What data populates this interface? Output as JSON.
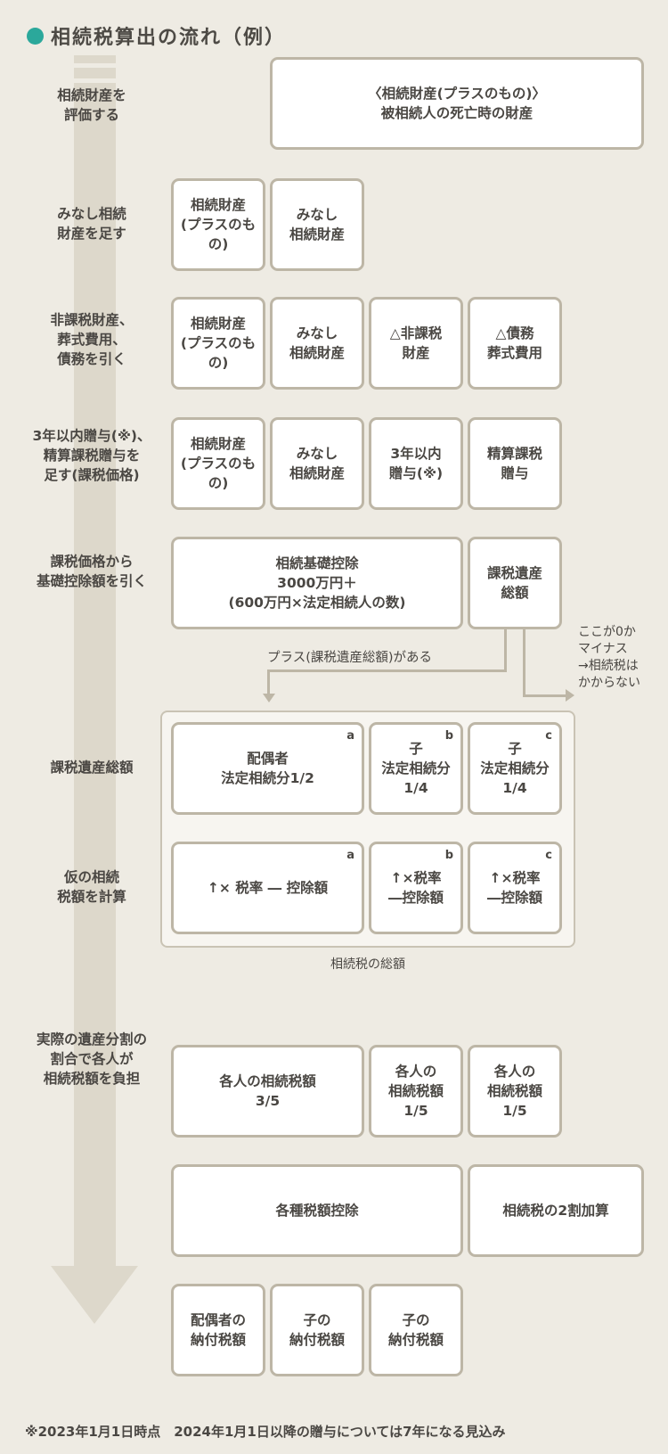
{
  "title": "相続税算出の流れ（例）",
  "steps": [
    "相続財産を\n評価する",
    "みなし相続\n財産を足す",
    "非課税財産、\n葬式費用、\n債務を引く",
    "3年以内贈与(※)、\n精算課税贈与を\n足す(課税価格)",
    "課税価格から\n基礎控除額を引く",
    "課税遺産総額",
    "仮の相続\n税額を計算",
    "実際の遺産分割の\n割合で各人が\n相続税額を負担"
  ],
  "boxes": {
    "r1": "〈相続財産(プラスのもの)〉\n被相続人の死亡時の財産",
    "r2": [
      "相続財産\n(プラスのもの)",
      "みなし\n相続財産"
    ],
    "r3": [
      "相続財産\n(プラスのもの)",
      "みなし\n相続財産",
      "△非課税\n財産",
      "△債務\n葬式費用"
    ],
    "r4": [
      "相続財産\n(プラスのもの)",
      "みなし\n相続財産",
      "3年以内\n贈与(※)",
      "精算課税\n贈与"
    ],
    "r5": [
      "相続基礎控除\n3000万円＋\n(600万円×法定相続人の数)",
      "課税遺産\n総額"
    ],
    "r6": [
      "配偶者\n法定相続分1/2",
      "子\n法定相続分\n1/4",
      "子\n法定相続分\n1/4"
    ],
    "r7": [
      "↑× 税率 ― 控除額",
      "↑×税率\n―控除額",
      "↑×税率\n―控除額"
    ],
    "tags": [
      "a",
      "b",
      "c"
    ],
    "r8": [
      "各人の相続税額\n3/5",
      "各人の\n相続税額\n1/5",
      "各人の\n相続税額\n1/5"
    ],
    "r9": [
      "各種税額控除",
      "相続税の2割加算"
    ],
    "r10": [
      "配偶者の\n納付税額",
      "子の\n納付税額",
      "子の\n納付税額"
    ]
  },
  "branch_plus": "プラス(課税遺産総額)がある",
  "branch_zero": "ここが0か\nマイナス\n→相続税は\nかからない",
  "group_caption": "相続税の総額",
  "footnote": "※2023年1月1日時点　2024年1月1日以降の贈与については7年になる見込み"
}
